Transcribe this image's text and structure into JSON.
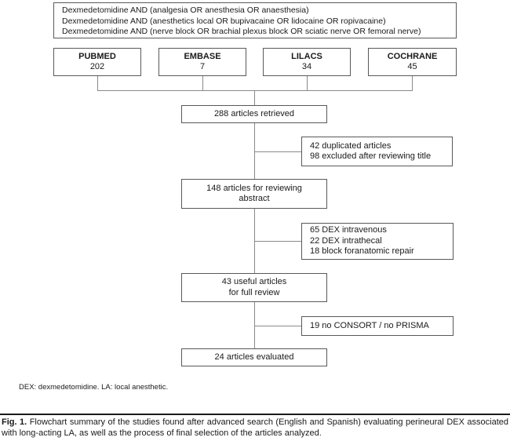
{
  "flowchart": {
    "query_box": {
      "lines": [
        "Dexmedetomidine AND (analgesia OR anesthesia OR anaesthesia)",
        "Dexmedetomidine AND (anesthetics local OR bupivacaine OR lidocaine OR ropivacaine)",
        "Dexmedetomidine AND (nerve block OR brachial plexus block OR sciatic nerve OR femoral nerve)"
      ]
    },
    "databases": [
      {
        "name": "PUBMED",
        "count": "202"
      },
      {
        "name": "EMBASE",
        "count": "7"
      },
      {
        "name": "LILACS",
        "count": "34"
      },
      {
        "name": "COCHRANE",
        "count": "45"
      }
    ],
    "retrieved": "288 articles retrieved",
    "excluded_1": {
      "lines": [
        "42 duplicated articles",
        "98 excluded after reviewing title"
      ]
    },
    "abstract_review": {
      "lines": [
        "148 articles for reviewing",
        "abstract"
      ]
    },
    "excluded_2": {
      "lines": [
        "65 DEX intravenous",
        "22 DEX intrathecal",
        "18 block foranatomic repair"
      ]
    },
    "full_review": {
      "lines": [
        "43 useful articles",
        "for full review"
      ]
    },
    "excluded_3": "19 no CONSORT / no PRISMA",
    "evaluated": "24 articles evaluated",
    "footnote": "DEX: dexmedetomidine. LA: local anesthetic."
  },
  "caption": {
    "label": "Fig. 1.",
    "text": "Flowchart summary of the studies found after advanced search (English and Spanish) evaluating perineural DEX associated with long-acting LA, as well as the process of final selection of the articles analyzed."
  },
  "colors": {
    "box_border": "#58595b",
    "connector_line": "#8a8a8a",
    "text": "#1a1a1a",
    "rule": "#1a1a1a",
    "background": "#ffffff"
  }
}
